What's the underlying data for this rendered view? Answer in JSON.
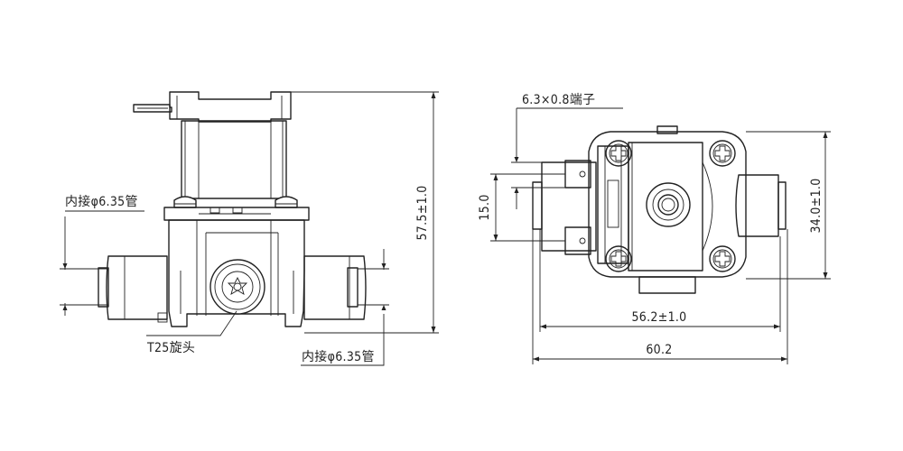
{
  "front_view": {
    "inlet_label": "内接φ6.35管",
    "outlet_label": "内接φ6.35管",
    "nut_label": "T25旋头",
    "height_dim": "57.5±1.0"
  },
  "top_view": {
    "terminal_label": "6.3×0.8端子",
    "terminal_spacing_dim": "15.0",
    "body_height_dim": "34.0±1.0",
    "fitting_span_dim": "56.2±1.0",
    "overall_width_dim": "60.2"
  }
}
